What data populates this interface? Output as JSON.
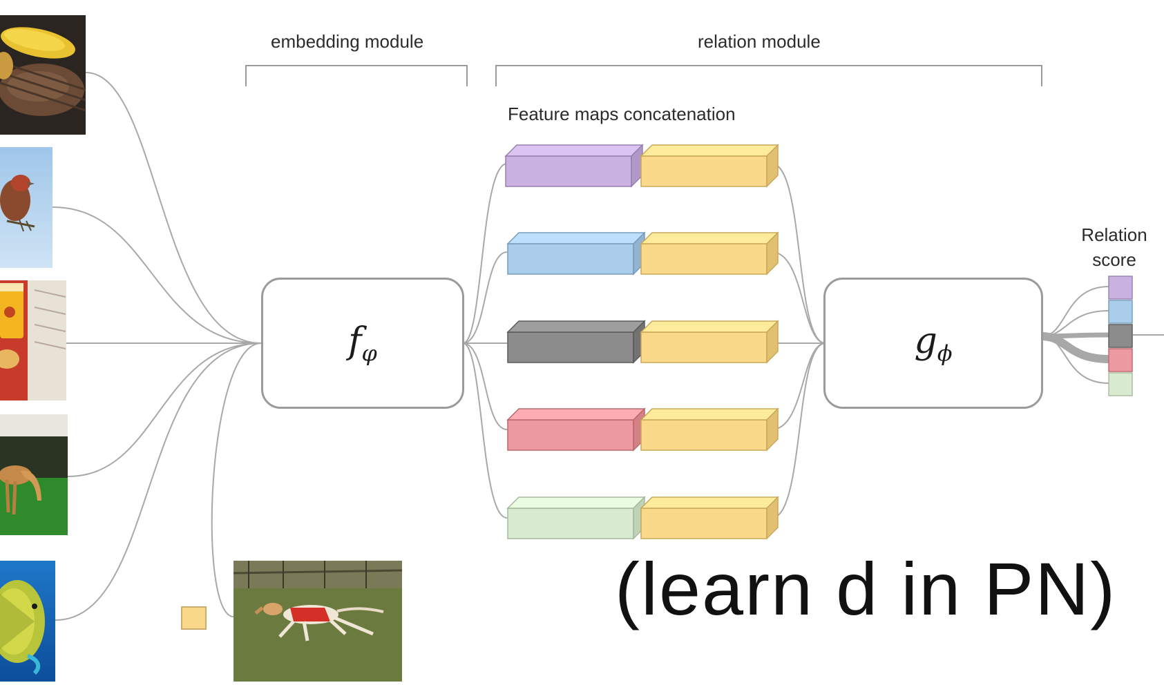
{
  "labels": {
    "embedding_module": "embedding module",
    "relation_module": "relation module",
    "feature_maps": "Feature maps concatenation",
    "relation_score_line1": "Relation",
    "relation_score_line2": "score",
    "caption": "(learn d in PN)"
  },
  "functions": {
    "f_main": "f",
    "f_sub": "φ",
    "g_main": "g",
    "g_sub": "ϕ"
  },
  "colors": {
    "purple": "#c9b2e0",
    "blue": "#a9cdea",
    "gray": "#8c8c8c",
    "red": "#ec9a9f",
    "green": "#d8ead0",
    "yellow": "#fbd98a",
    "line": "#a8a8a8"
  },
  "images": {
    "support": [
      "food-grill-image",
      "bird-image",
      "drinks-image",
      "dog-grass-image",
      "fish-image"
    ],
    "query": "dog-running-image"
  }
}
